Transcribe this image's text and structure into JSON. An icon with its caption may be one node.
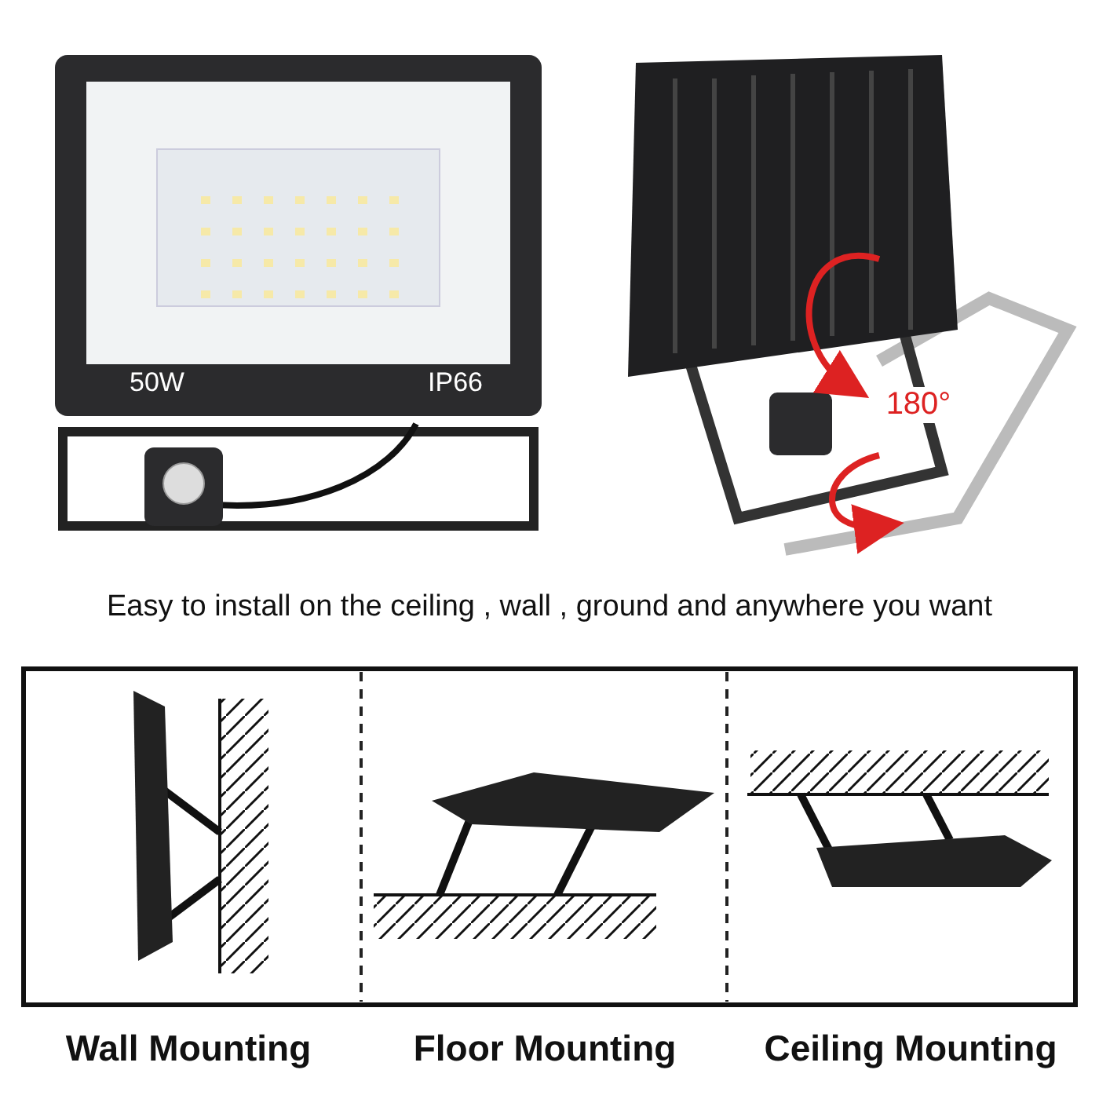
{
  "diagram": {
    "labels": [
      "50W",
      "IP66",
      "180°",
      "Easy to install on the ceiling , wall , ground and anywhere you want",
      "Wall Mounting",
      "Floor Mounting",
      "Ceiling Mounting"
    ]
  }
}
